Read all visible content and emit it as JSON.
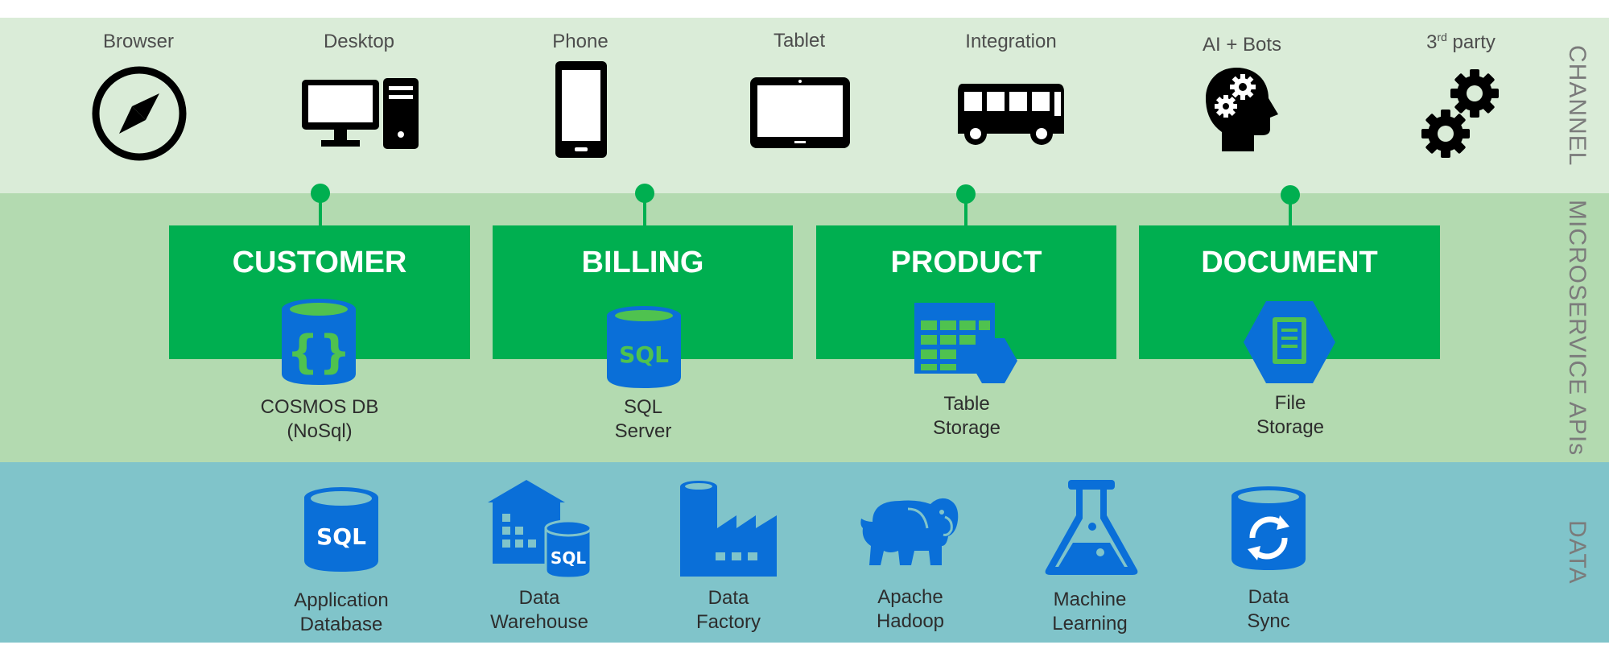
{
  "side_labels": {
    "channel": "CHANNEL",
    "microservices": "MICROSERVICE APIs",
    "data": "DATA"
  },
  "channel": {
    "items": [
      {
        "label": "Browser",
        "icon": "compass-icon"
      },
      {
        "label": "Desktop",
        "icon": "desktop-computer-icon"
      },
      {
        "label": "Phone",
        "icon": "phone-icon"
      },
      {
        "label": "Tablet",
        "icon": "tablet-icon"
      },
      {
        "label": "Integration",
        "icon": "bus-icon"
      },
      {
        "label": "AI + Bots",
        "icon": "head-gears-icon"
      },
      {
        "label_main": "3",
        "label_sup": "rd",
        "label_rest": " party",
        "icon": "gears-icon"
      }
    ]
  },
  "microservices": [
    {
      "title": "CUSTOMER",
      "store_line1": "COSMOS DB",
      "store_line2": "(NoSql)",
      "store_icon": "cosmos-db-icon"
    },
    {
      "title": "BILLING",
      "store_line1": "SQL",
      "store_line2": "Server",
      "store_icon": "sql-server-icon"
    },
    {
      "title": "PRODUCT",
      "store_line1": "Table",
      "store_line2": "Storage",
      "store_icon": "table-storage-icon"
    },
    {
      "title": "DOCUMENT",
      "store_line1": "File",
      "store_line2": "Storage",
      "store_icon": "file-storage-icon"
    }
  ],
  "data": [
    {
      "line1": "Application",
      "line2": "Database",
      "icon": "sql-database-icon"
    },
    {
      "line1": "Data",
      "line2": "Warehouse",
      "icon": "data-warehouse-icon"
    },
    {
      "line1": "Data",
      "line2": "Factory",
      "icon": "data-factory-icon"
    },
    {
      "line1": "Apache",
      "line2": "Hadoop",
      "icon": "hadoop-elephant-icon"
    },
    {
      "line1": "Machine",
      "line2": "Learning",
      "icon": "machine-learning-flask-icon"
    },
    {
      "line1": "Data",
      "line2": "Sync",
      "icon": "data-sync-icon"
    }
  ],
  "colors": {
    "channel_band": "#daecd8",
    "microservice_band": "#b3dab0",
    "data_band": "#80c4ca",
    "microservice_box": "#00af50",
    "azure_blue": "#0a6fd8",
    "sql_text_green": "#4fc24f"
  }
}
